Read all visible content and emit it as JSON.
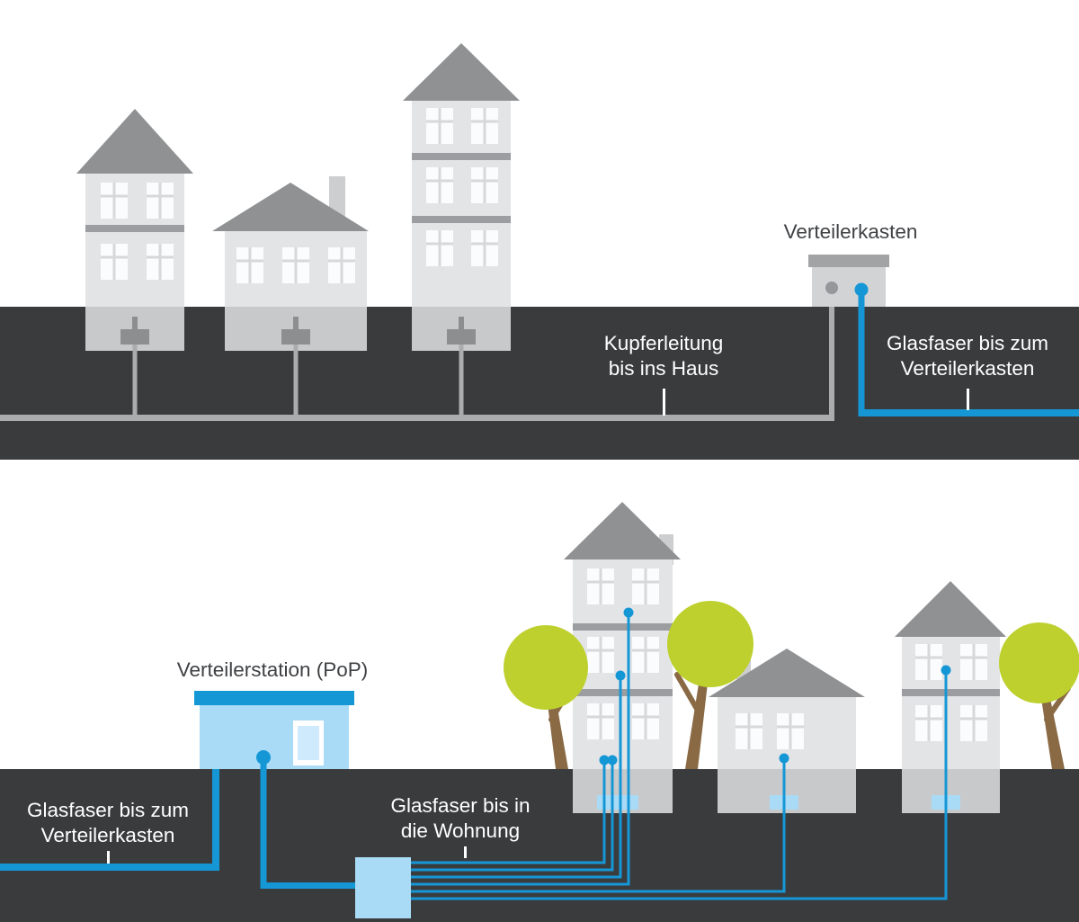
{
  "top_panel": {
    "cabinet_label": "Verteilerkasten",
    "copper_label": {
      "line1": "Kupferleitung",
      "line2": "bis ins Haus"
    },
    "fiber_label": {
      "line1": "Glasfaser bis zum",
      "line2": "Verteilerkasten"
    }
  },
  "bottom_panel": {
    "pop_label": "Verteilerstation (PoP)",
    "incoming_fiber_label": {
      "line1": "Glasfaser bis zum",
      "line2": "Verteilerkasten"
    },
    "home_fiber_label": {
      "line1": "Glasfaser bis in",
      "line2": "die Wohnung"
    }
  },
  "colors": {
    "ground": "#3a3b3d",
    "house_body": "#e3e4e6",
    "roof_gray": "#8f9193",
    "foundation_gray": "#c8c9cb",
    "copper_gray": "#abacae",
    "fiber_blue": "#1597d6",
    "light_blue": "#a9dbf7",
    "tree_green": "#bdd02e",
    "tree_trunk": "#8a6a45",
    "label_dark": "#3f4144",
    "label_white": "#ffffff"
  }
}
